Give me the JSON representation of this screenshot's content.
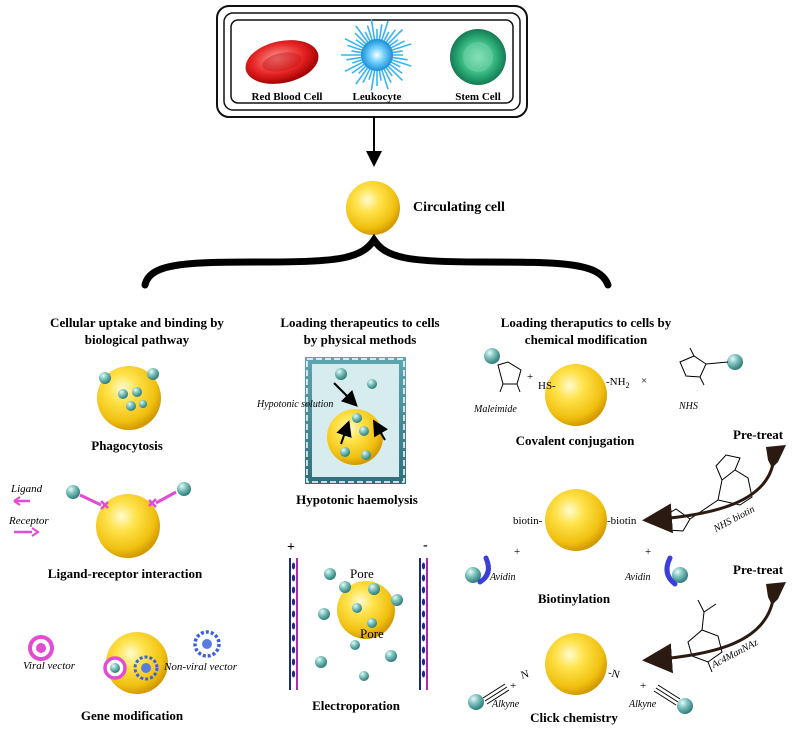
{
  "top_box": {
    "red_blood_cell": "Red Blood Cell",
    "leukocyte": "Leukocyte",
    "stem_cell": "Stem Cell"
  },
  "center": {
    "circulating_cell": "Circulating cell"
  },
  "left_column": {
    "heading_line1": "Cellular uptake and binding by",
    "heading_line2": "biological pathway",
    "phagocytosis": "Phagocytosis",
    "ligand": "Ligand",
    "receptor": "Receptor",
    "ligand_receptor": "Ligand-receptor interaction",
    "viral_vector": "Viral vector",
    "non_viral_vector": "Non-viral vector",
    "gene_modification": "Gene modification"
  },
  "middle_column": {
    "heading_line1": "Loading therapeutics to cells",
    "heading_line2": "by physical methods",
    "hypotonic_solution": "Hypotonic solution",
    "hypotonic_haemolysis": "Hypotonic haemolysis",
    "plus": "+",
    "minus": "-",
    "pore_1": "Pore",
    "pore_2": "Pore",
    "electroporation": "Electroporation"
  },
  "right_column": {
    "heading_line1": "Loading theraputics to cells by",
    "heading_line2": "chemical modification",
    "maleimide": "Maleimide",
    "plus_1": "+",
    "hs": "HS-",
    "nh2": "-NH",
    "nh2_sub": "2",
    "times": "×",
    "nhs": "NHS",
    "covalent_conjugation": "Covalent conjugation",
    "pre_treat_1": "Pre-treat",
    "nhs_biotin": "NHS biotin",
    "biotin_left": "biotin-",
    "biotin_right": "-biotin",
    "plus_2": "+",
    "plus_3": "+",
    "avidin_left": "Avidin",
    "avidin_right": "Avidin",
    "biotinylation": "Biotinylation",
    "pre_treat_2": "Pre-treat",
    "ac4mannaz": "Ac4ManNAz",
    "n3_left": "N",
    "n3_right": "-N",
    "alkyne_left": "Alkyne",
    "alkyne_right": "Alkyne",
    "plus_4": "+",
    "plus_5": "+",
    "click_chemistry": "Click chemistry"
  },
  "colors": {
    "cell_yellow": "#f5d21c",
    "particle_teal": "#6fb3b0",
    "ligand_pink": "#e24bd3",
    "avidin_blue": "#3b3fd8",
    "arrow": "#2b1a12"
  }
}
